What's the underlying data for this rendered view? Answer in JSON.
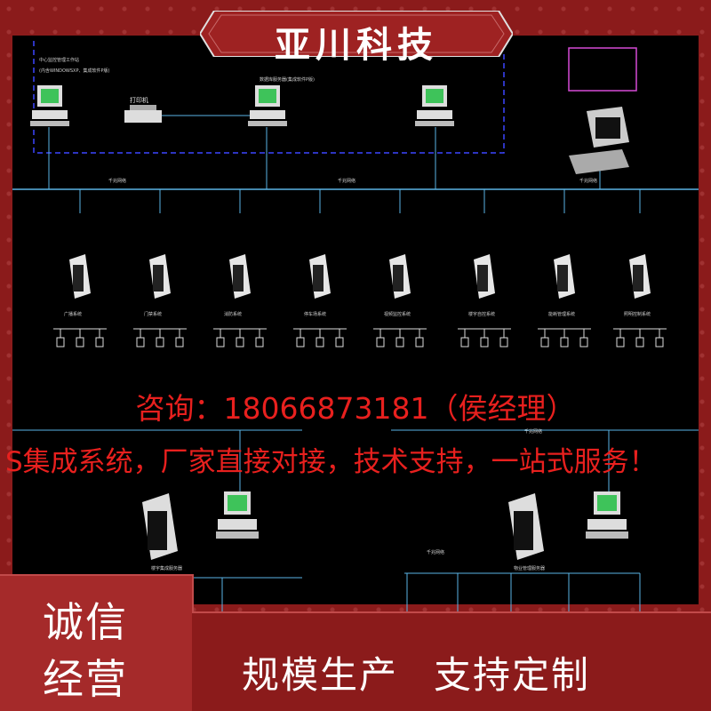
{
  "brand": {
    "title": "亚川科技"
  },
  "diagram": {
    "top_workstation_note_1": "中心监控管理工作站",
    "top_workstation_note_2": "(内含WINDOWSXP、集成软件P版)",
    "printer_label": "打印机",
    "server_note": "数据库服务器(集成软件P版)",
    "bus_label": "千兆网络",
    "subsystem_captions": [
      "广播系统",
      "门禁系统",
      "消防系统",
      "停车场系统",
      "视频监控系统",
      "楼宇自控系统",
      "能耗管理系统",
      "照明控制系统"
    ],
    "lower_left_caption": "楼宇集成服务器",
    "lower_right_caption": "物业管理服务器",
    "lower_bus_label": "千兆网络"
  },
  "contact": {
    "line": "咨询：18066873181（侯经理）",
    "service": "S集成系统，厂家直接对接，技术支持，一站式服务！"
  },
  "badge": {
    "line1": "诚信",
    "line2": "经营"
  },
  "slogan": {
    "part1": "规模生产",
    "part2": "支持定制"
  },
  "colors": {
    "frame": "#8b1b1b",
    "diagram_bg": "#000000",
    "bus_line": "#5ab4e6",
    "overlay_text": "#e8201e",
    "dashed_box": "#3c46ff",
    "monitor_screen": "#3ec35a"
  }
}
